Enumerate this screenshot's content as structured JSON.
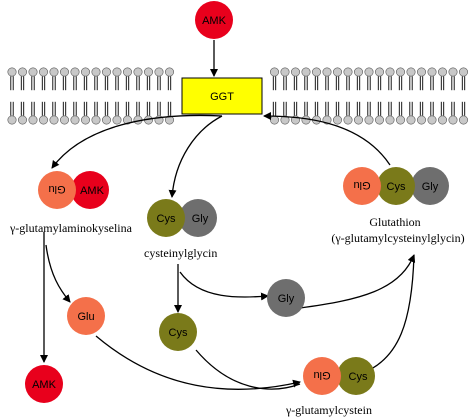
{
  "colors": {
    "amk": "#e8001c",
    "glu": "#f4704a",
    "cys": "#7a7a1a",
    "gly": "#6e6e6e",
    "ggt": "#ffff00",
    "membrane_head": "#c8c8c8",
    "stroke": "#000000"
  },
  "nodes": {
    "amk_top": "AMK",
    "ggt": "GGT",
    "conj_glu": "Glu",
    "conj_amk": "AMK",
    "cysgly_cys": "Cys",
    "cysgly_gly": "Gly",
    "gsh_glu": "Glu",
    "gsh_cys": "Cys",
    "gsh_gly": "Gly",
    "free_glu": "Glu",
    "free_gly": "Gly",
    "free_cys": "Cys",
    "amk_bottom": "AMK",
    "gglucys_glu": "Glu",
    "gglucys_cys": "Cys"
  },
  "labels": {
    "conjugate": "γ-glutamylaminokyselina",
    "cysgly": "cysteinylglycin",
    "gsh_line1": "Glutathion",
    "gsh_line2": "(γ-glutamylcysteinylglycin)",
    "gglucys": "γ-glutamylcystein"
  },
  "icons": [
    "membrane-bilayer",
    "arrow"
  ]
}
